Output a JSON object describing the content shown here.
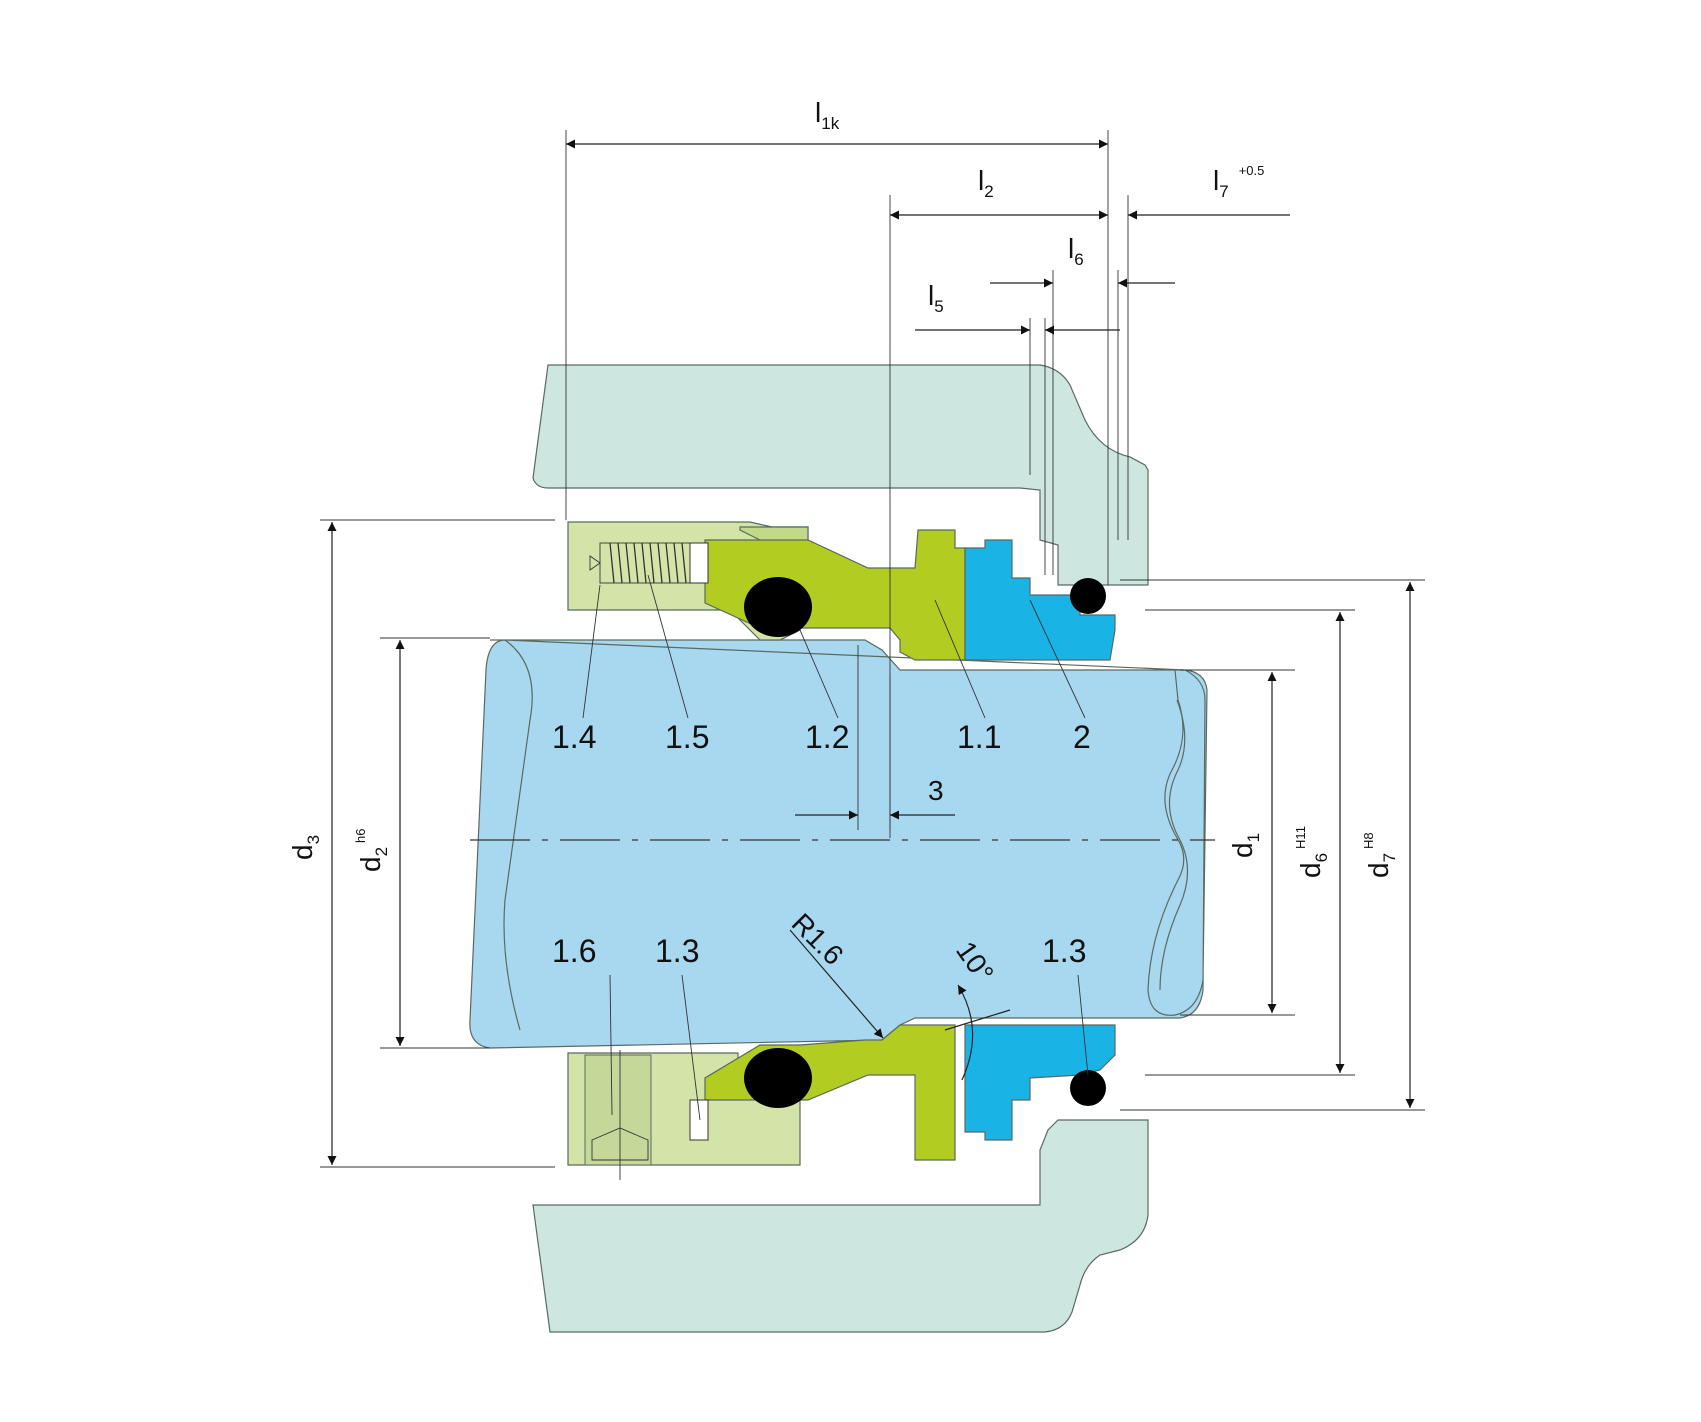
{
  "colors": {
    "housing": "#cde7e0",
    "shaft": "#a8d8f0",
    "rotating_parts": "#b3cc22",
    "seal_face": "#1ab3e6",
    "collar": "#d4e3a8",
    "oring": "#000000"
  },
  "parts": {
    "p1_4": "1.4",
    "p1_5": "1.5",
    "p1_2": "1.2",
    "p1_1": "1.1",
    "p2": "2",
    "p1_6": "1.6",
    "p1_3_left": "1.3",
    "p1_3_right": "1.3"
  },
  "dimensions": {
    "l1k": {
      "base": "l",
      "sub": "1k"
    },
    "l2": {
      "base": "l",
      "sub": "2"
    },
    "l7": {
      "base": "l",
      "sub": "7",
      "sup": "+0.5"
    },
    "l6": {
      "base": "l",
      "sub": "6"
    },
    "l5": {
      "base": "l",
      "sub": "5"
    },
    "gap": "3",
    "radius": "R1.6",
    "angle": "10°",
    "d3": {
      "base": "d",
      "sub": "3"
    },
    "d2": {
      "base": "d",
      "sub": "2",
      "sup": "h6"
    },
    "d1": {
      "base": "d",
      "sub": "1"
    },
    "d6": {
      "base": "d",
      "sub": "6",
      "sup": "H11"
    },
    "d7": {
      "base": "d",
      "sub": "7",
      "sup": "H8"
    }
  }
}
